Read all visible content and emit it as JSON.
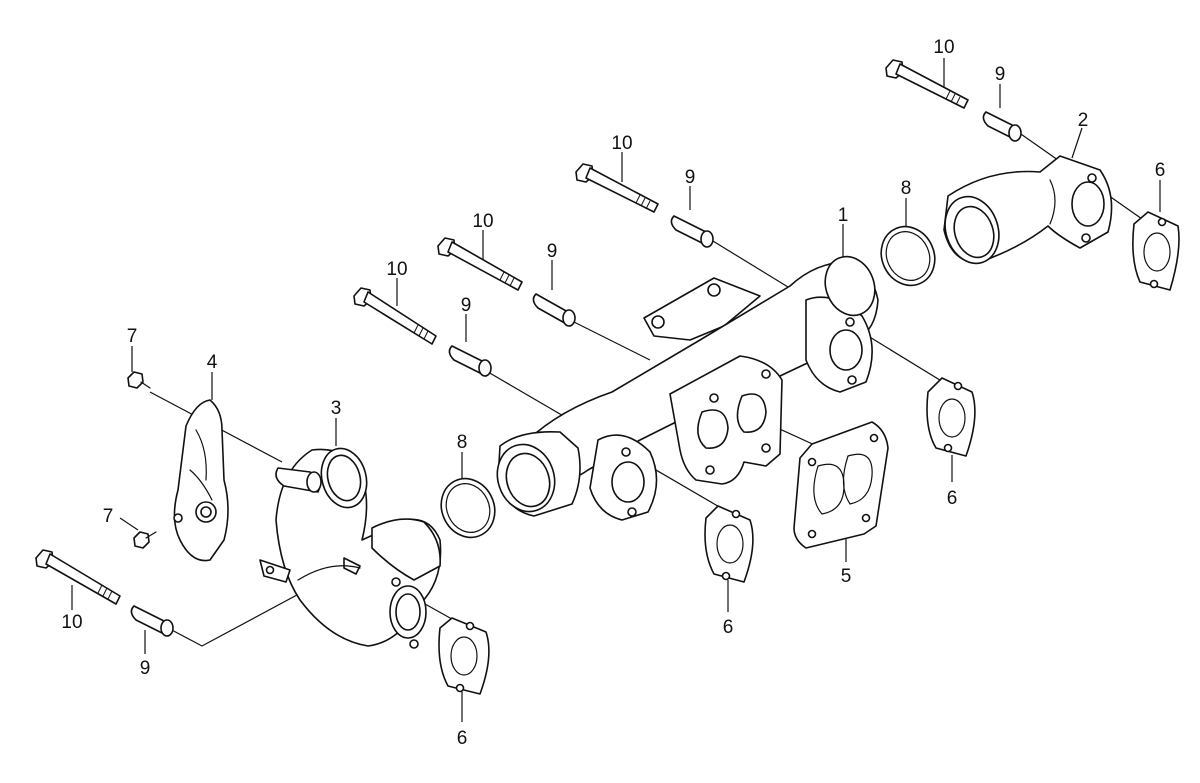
{
  "callouts": {
    "c1": "1",
    "c2": "2",
    "c3": "3",
    "c4": "4",
    "c5": "5",
    "c6a": "6",
    "c6b": "6",
    "c6c": "6",
    "c6d": "6",
    "c7a": "7",
    "c7b": "7",
    "c8a": "8",
    "c8b": "8",
    "c9a": "9",
    "c9b": "9",
    "c9c": "9",
    "c9d": "9",
    "c9e": "9",
    "c10a": "10",
    "c10b": "10",
    "c10c": "10",
    "c10d": "10",
    "c10e": "10"
  },
  "colors": {
    "line": "#111111",
    "background": "#ffffff"
  }
}
